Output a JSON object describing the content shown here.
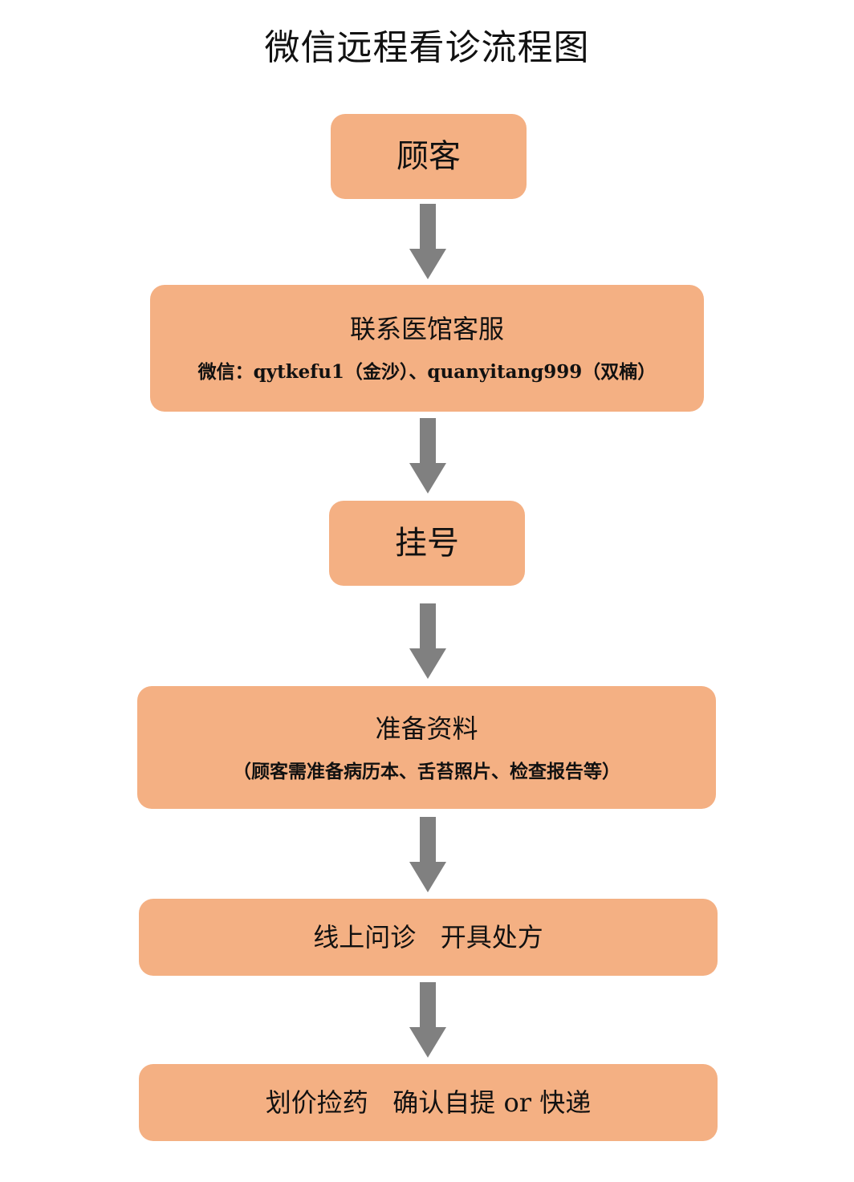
{
  "title": "微信远程看诊流程图",
  "steps": [
    {
      "label": "顾客"
    },
    {
      "label": "联系医馆客服",
      "sub": "微信：qytkefu1（金沙）、quanyitang999（双楠）"
    },
    {
      "label": "挂号"
    },
    {
      "label": "准备资料",
      "sub": "（顾客需准备病历本、舌苔照片、检查报告等）"
    },
    {
      "label": "线上问诊   开具处方"
    },
    {
      "label": "划价捡药   确认自提 or 快递"
    }
  ],
  "colors": {
    "box_fill": "#f4b083",
    "arrow_fill": "#808080",
    "text": "#111111"
  }
}
